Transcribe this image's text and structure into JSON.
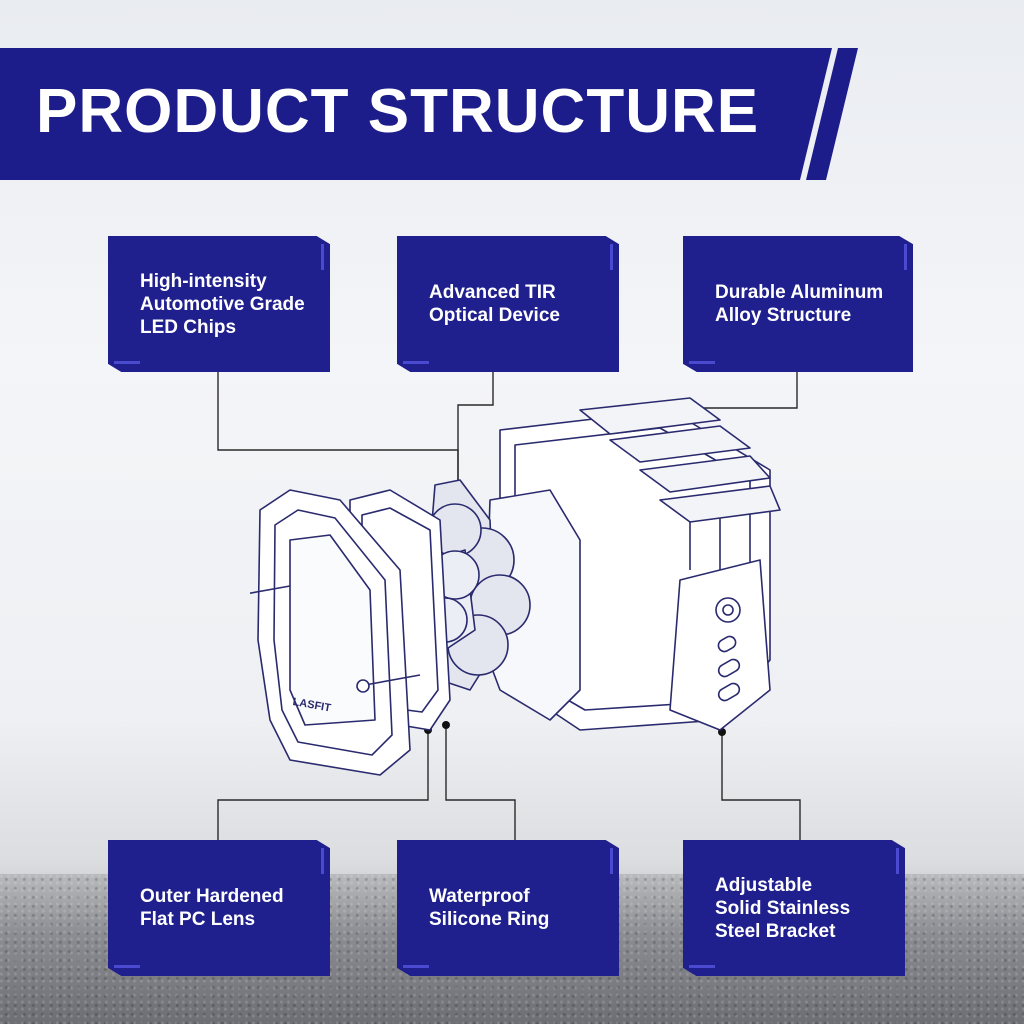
{
  "title": "PRODUCT STRUCTURE",
  "colors": {
    "brand_navy": "#1f1f8e",
    "banner_navy": "#1c1c8a",
    "text": "#ffffff",
    "drawing_line": "#2a2a6e"
  },
  "callouts_top": [
    {
      "lines": [
        "High-intensity",
        "Automotive Grade",
        "LED Chips"
      ]
    },
    {
      "lines": [
        "Advanced TIR",
        "Optical Device"
      ]
    },
    {
      "lines": [
        "Durable Aluminum",
        "Alloy Structure"
      ]
    }
  ],
  "callouts_bottom": [
    {
      "lines": [
        "Outer Hardened",
        "Flat PC Lens"
      ]
    },
    {
      "lines": [
        "Waterproof",
        "Silicone Ring"
      ]
    },
    {
      "lines": [
        "Adjustable",
        "Solid Stainless",
        "Steel Bracket"
      ]
    }
  ],
  "drawing": {
    "brand_mark": "LASFIT"
  }
}
